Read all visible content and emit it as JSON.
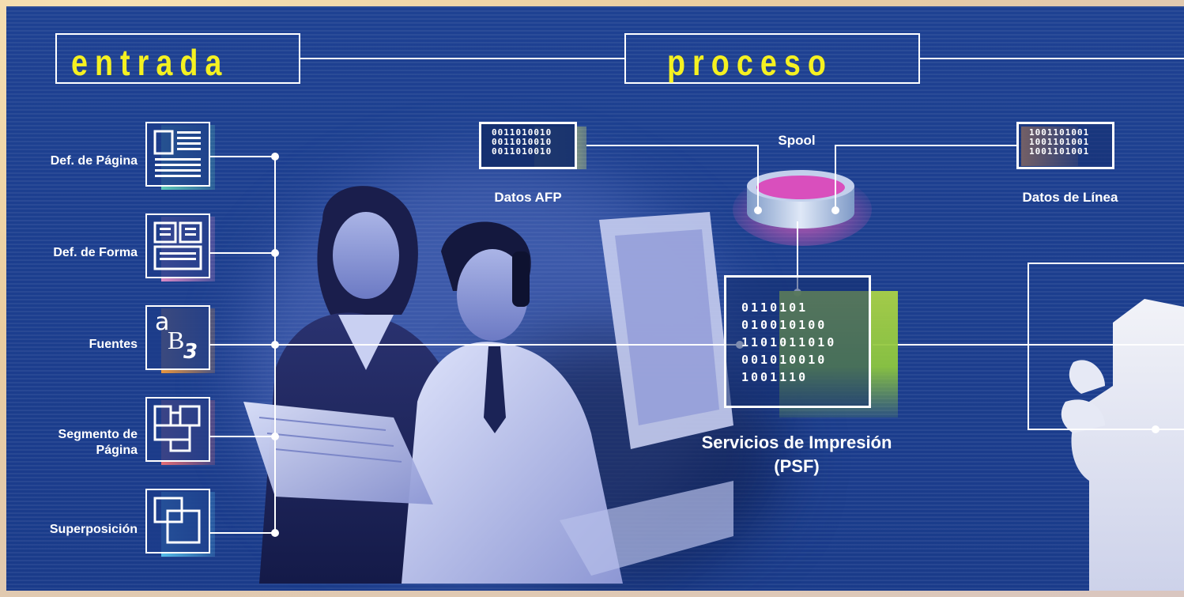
{
  "sections": {
    "input_title": "entrada",
    "process_title": "proceso"
  },
  "inputs": [
    {
      "label": "Def. de Página",
      "icon": "page-definition-icon",
      "color": "#5fd1b8"
    },
    {
      "label": "Def. de Forma",
      "icon": "form-definition-icon",
      "color": "#e58ec7"
    },
    {
      "label": "Fuentes",
      "icon": "fonts-icon",
      "color": "#f39a3a"
    },
    {
      "label": "Segmento de\nPágina",
      "icon": "page-segment-icon",
      "color": "#ef6f73"
    },
    {
      "label": "Superposición",
      "icon": "overlay-icon",
      "color": "#59c3ee"
    }
  ],
  "fonts_glyphs": {
    "a": "a",
    "b": "B",
    "n": "3"
  },
  "afp": {
    "label": "Datos AFP",
    "bits": "0011010010\n0011010010\n0011010010",
    "color": "#e9f06a"
  },
  "line_data": {
    "label": "Datos de Línea",
    "bits": "1001101001\n1001101001\n1001101001",
    "color": "#f3a25b"
  },
  "spool": {
    "label": "Spool",
    "color": "#d65ab8"
  },
  "psf": {
    "label_line1": "Servicios de Impresión",
    "label_line2": "(PSF)",
    "bits": "0110101\n010010100\n1101011010\n001010010\n1001110",
    "color": "#8cc63f"
  },
  "colors": {
    "panel": "#1c3c8a",
    "title_text": "#f5f121",
    "line": "#ffffff"
  }
}
